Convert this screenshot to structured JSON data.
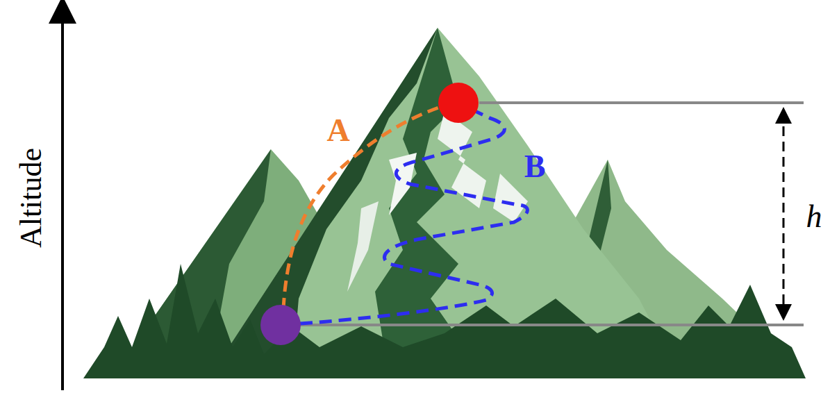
{
  "diagram": {
    "labels": [
      "Altitude",
      "A",
      "B",
      "h"
    ]
  }
}
